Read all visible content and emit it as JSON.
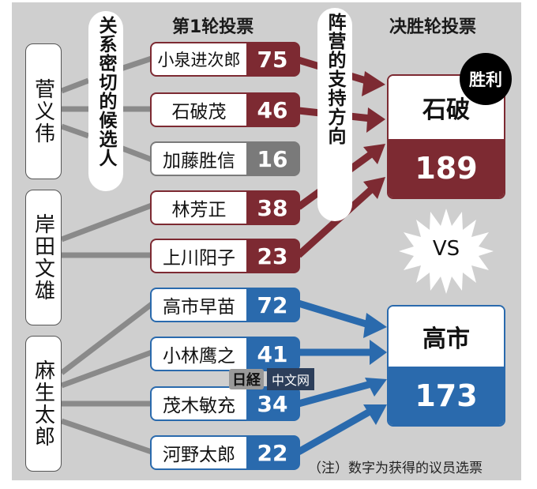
{
  "headers": {
    "round1": "第1轮投票",
    "runoff": "决胜轮投票"
  },
  "pills": {
    "related_candidates": "关系密切的候选人",
    "faction_support": "阵营的支持方向"
  },
  "factions": [
    {
      "name": "菅义伟"
    },
    {
      "name": "岸田文雄"
    },
    {
      "name": "麻生太郎"
    }
  ],
  "candidates": [
    {
      "name": "小泉进次郎",
      "votes": "75",
      "color": "#7d2a32"
    },
    {
      "name": "石破茂",
      "votes": "46",
      "color": "#7d2a32"
    },
    {
      "name": "加藤胜信",
      "votes": "16",
      "color": "#7a7a7a"
    },
    {
      "name": "林芳正",
      "votes": "38",
      "color": "#7d2a32"
    },
    {
      "name": "上川阳子",
      "votes": "23",
      "color": "#7d2a32"
    },
    {
      "name": "高市早苗",
      "votes": "72",
      "color": "#2a6aad"
    },
    {
      "name": "小林鹰之",
      "votes": "41",
      "color": "#2a6aad"
    },
    {
      "name": "茂木敏充",
      "votes": "34",
      "color": "#2a6aad"
    },
    {
      "name": "河野太郎",
      "votes": "22",
      "color": "#2a6aad"
    }
  ],
  "results": [
    {
      "name": "石破",
      "votes": "189",
      "color": "#7d2a32"
    },
    {
      "name": "高市",
      "votes": "173",
      "color": "#2a6aad"
    }
  ],
  "win_badge": "胜利",
  "vs": "VS",
  "note": "（注）数字为获得的议员选票",
  "watermark": {
    "logo": "日経",
    "text": "中文网"
  },
  "colors": {
    "red": "#7d2a32",
    "blue": "#2a6aad",
    "gray": "#7a7a7a",
    "background": "#cfcfcf"
  }
}
